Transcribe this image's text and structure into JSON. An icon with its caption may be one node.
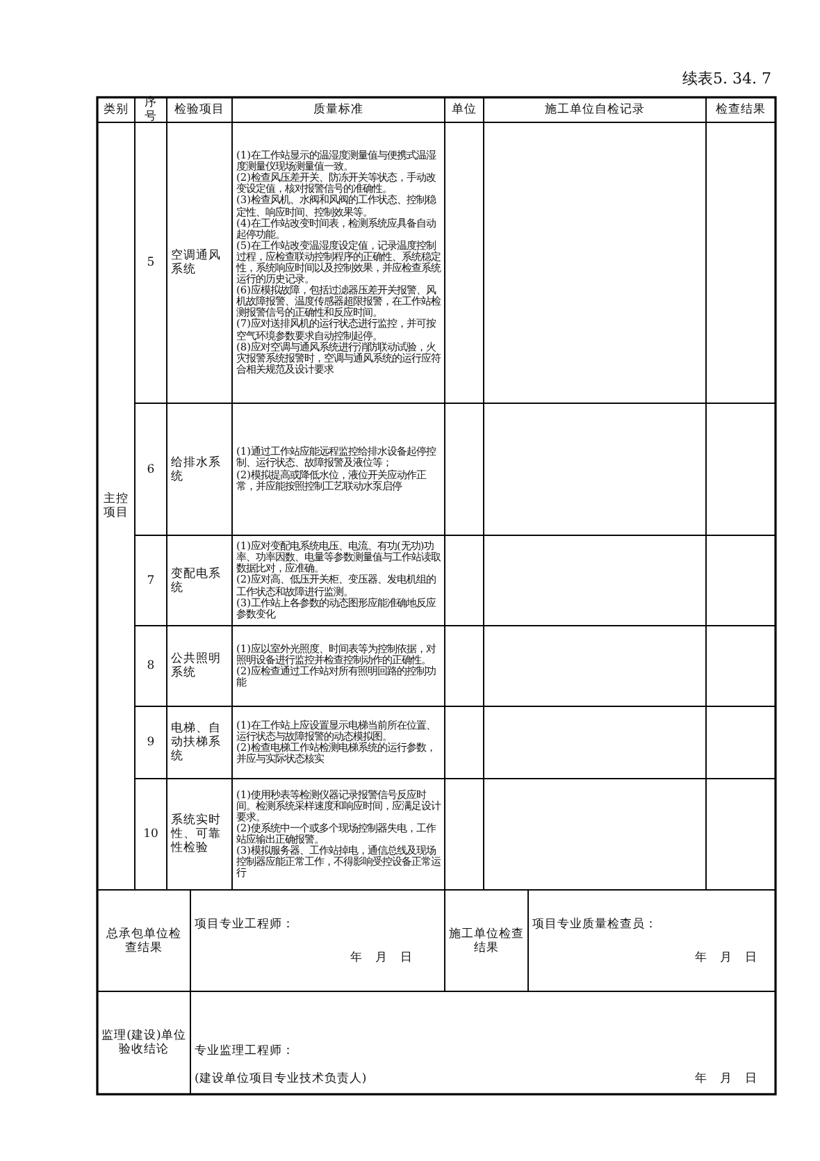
{
  "diagram": {
    "labels": [
      "续表5. 34. 7",
      "类别",
      "序号",
      "检验项目",
      "质量标准",
      "单位",
      "施工单位自检记录",
      "检查结果",
      "主控项目",
      "5",
      "空调通风系统",
      "(1)在工作站显示的温湿度测量值与便携式温湿度测量仪现场测量值一致。",
      "(2)检查风压差开关、防冻开关等状态，手动改变设定值，核对报警信号的准确性。",
      "(3)检查风机、水阀和风阀的工作状态、控制稳定性、响应时间、控制效果等。",
      "(4)在工作站改变时间表，检测系统应具备自动起停功能。",
      "(5)在工作站改变温湿度设定值，记录温度控制过程，应检查联动控制程序的正确性、系统稳定性，系统响应时间以及控制效果，并应检查系统运行的历史记录。",
      "(6)应模拟故障，包括过滤器压差开关报警、风机故障报警、温度传感器超限报警，在工作站检测报警信号的正确性和反应时间。",
      "(7)应对送排风机的运行状态进行监控，并可按空气环境参数要求自动控制起停。",
      "(8)应对空调与通风系统进行消防联动试验，火灾报警系统报警时，空调与通风系统的运行应符合相关规范及设计要求",
      "6",
      "给排水系统",
      "(1)通过工作站应能远程监控给排水设备起停控制、运行状态、故障报警及液位等；",
      "(2)模拟提高或降低水位，液位开关应动作正常，并应能按照控制工艺联动水泵启停",
      "7",
      "变配电系统",
      "(1)应对变配电系统电压、电流、有功(无功)功率、功率因数、电量等参数测量值与工作站读取数据比对，应准确。",
      "(2)应对高、低压开关柜、变压器、发电机组的工作状态和故障进行监测。",
      "(3)工作站上各参数的动态图形应能准确地反应参数变化",
      "8",
      "公共照明系统",
      "(1)应以室外光照度、时间表等为控制依据，对照明设备进行监控并检查控制动作的正确性。",
      "(2)应检查通过工作站对所有照明回路的控制功能",
      "9",
      "电梯、自动扶梯系统",
      "(1)在工作站上应设置显示电梯当前所在位置、运行状态与故障报警的动态模拟图。",
      "(2)检查电梯工作站检测电梯系统的运行参数，并应与实际状态核实",
      "10",
      "系统实时性、可靠性检验",
      "(1)使用秒表等检测仪器记录报警信号反应时间。检测系统采样速度和响应时间，应满足设计要求。",
      "(2)使系统中一个或多个现场控制器失电，工作站应输出正确报警。",
      "(3)模拟服务器、工作站掉电，通信总线及现场控制器应能正常工作，不得影响受控设备正常运行",
      "总承包单位检查结果",
      "项目专业工程师：",
      "年　月　日",
      "施工单位检查结果",
      "项目专业质量检查员：",
      "年　月　日",
      "监理(建设)单位验收结论",
      "专业监理工程师：",
      "(建设单位项目专业技术负责人)",
      "年　月　日"
    ]
  }
}
